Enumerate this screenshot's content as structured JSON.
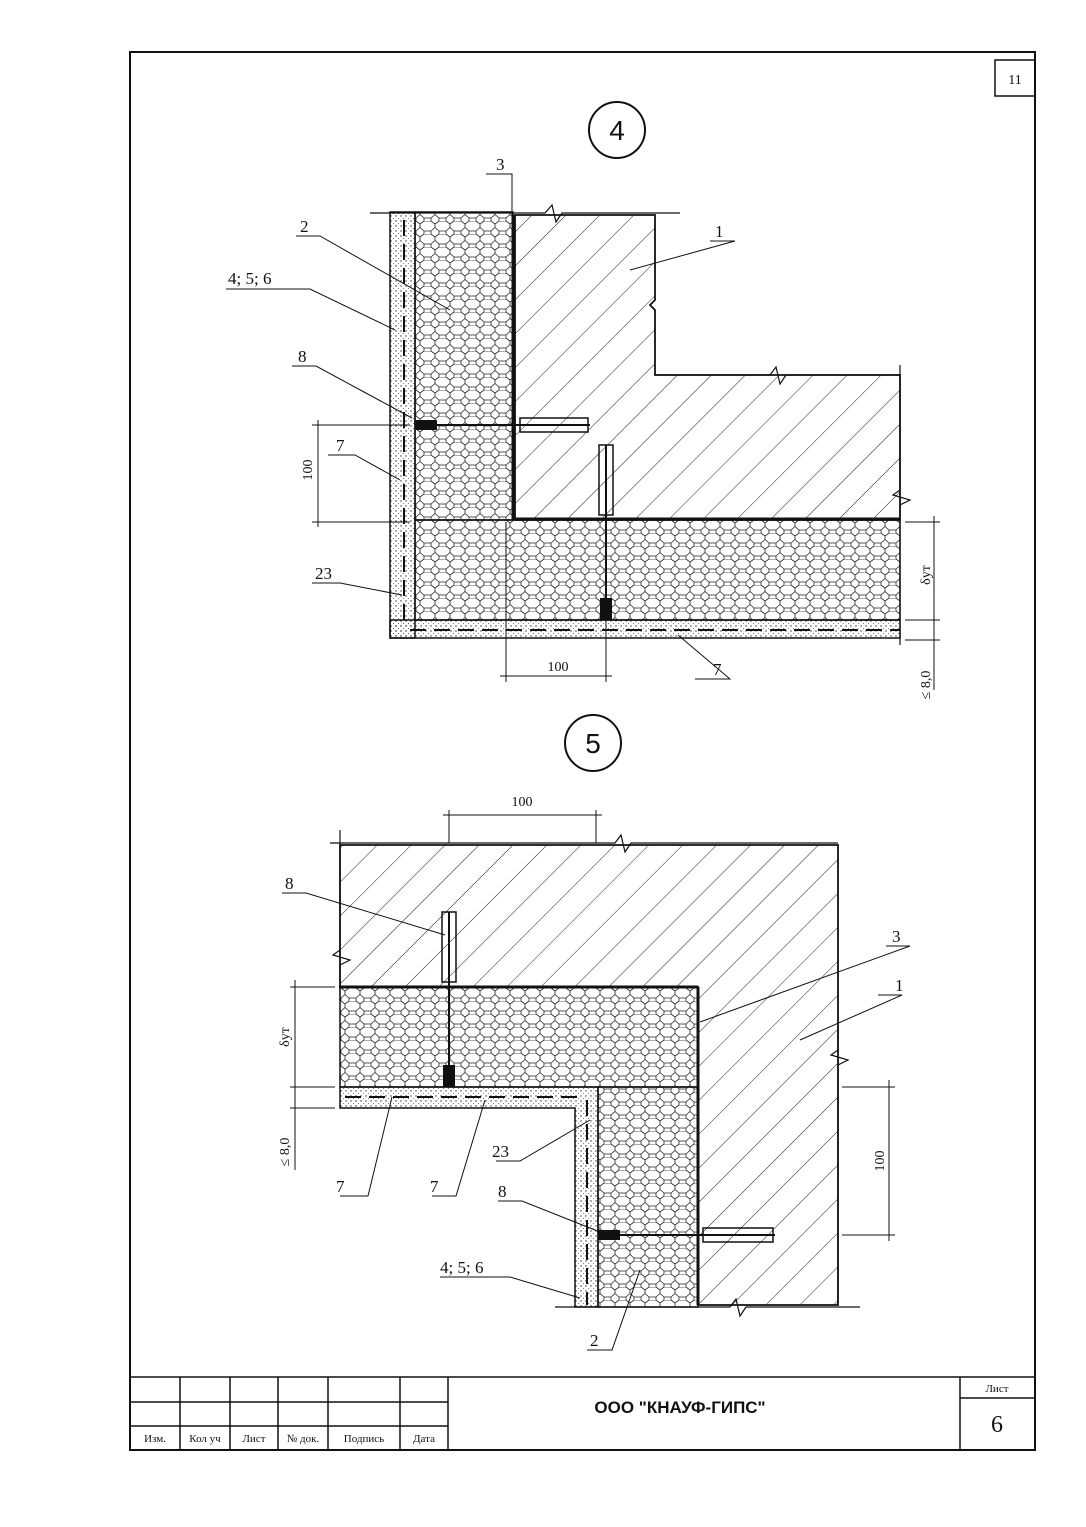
{
  "page_badge": "11",
  "details": [
    {
      "number": "4",
      "labels": {
        "l3": "3",
        "l2": "2",
        "l1": "1",
        "l456": "4; 5; 6",
        "l8": "8",
        "l7a": "7",
        "l7b": "7",
        "l23": "23"
      },
      "dims": {
        "d100v": "100",
        "d100h": "100",
        "dut": "δут",
        "d8": "≤ 8,0"
      }
    },
    {
      "number": "5",
      "labels": {
        "l8a": "8",
        "l3": "3",
        "l1": "1",
        "l7a": "7",
        "l7b": "7",
        "l23": "23",
        "l8b": "8",
        "l456": "4; 5; 6",
        "l2": "2"
      },
      "dims": {
        "d100top": "100",
        "dut": "δут",
        "d8": "≤ 8,0",
        "d100r": "100"
      }
    }
  ],
  "title_block": {
    "headers": [
      "Изм.",
      "Кол уч",
      "Лист",
      "№ док.",
      "Подпись",
      "Дата"
    ],
    "company": "ООО \"КНАУФ-ГИПС\"",
    "sheet_label": "Лист",
    "sheet_number": "6"
  }
}
